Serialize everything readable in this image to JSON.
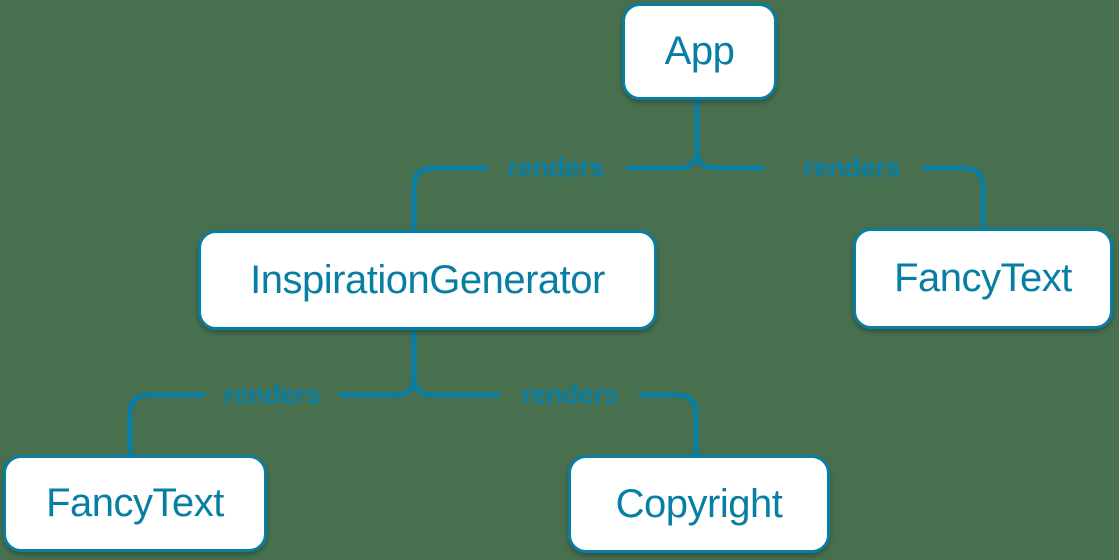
{
  "diagram": {
    "description": "React component render tree",
    "colors": {
      "background": "#48704f",
      "accent": "#087ea4",
      "node_fill": "#ffffff"
    },
    "nodes": [
      {
        "id": "app",
        "label": "App"
      },
      {
        "id": "inspiration-generator",
        "label": "InspirationGenerator"
      },
      {
        "id": "fancy-text-top",
        "label": "FancyText"
      },
      {
        "id": "fancy-text-bottom",
        "label": "FancyText"
      },
      {
        "id": "copyright",
        "label": "Copyright"
      }
    ],
    "edges": [
      {
        "from": "App",
        "to": "InspirationGenerator",
        "label": "renders"
      },
      {
        "from": "App",
        "to": "FancyText",
        "label": "renders"
      },
      {
        "from": "InspirationGenerator",
        "to": "FancyText",
        "label": "renders"
      },
      {
        "from": "InspirationGenerator",
        "to": "Copyright",
        "label": "renders"
      }
    ]
  }
}
